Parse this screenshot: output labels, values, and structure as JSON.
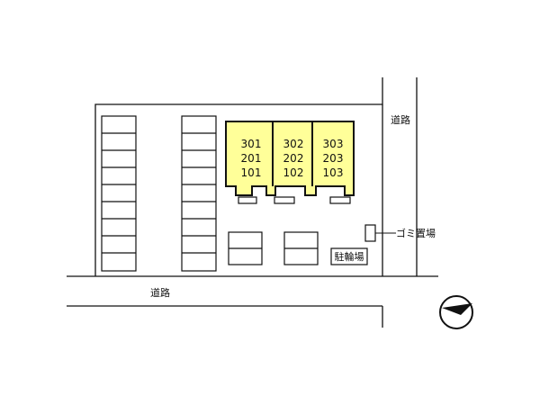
{
  "roads": {
    "bottom_label": "道路",
    "right_label": "道路"
  },
  "building": {
    "columns": [
      {
        "units": [
          "301",
          "201",
          "101"
        ]
      },
      {
        "units": [
          "302",
          "202",
          "102"
        ]
      },
      {
        "units": [
          "303",
          "203",
          "103"
        ]
      }
    ]
  },
  "facilities": {
    "bicycle_parking_label": "駐輪場",
    "garbage_area_label": "ゴミ置場"
  },
  "colors": {
    "building_fill": "#ffff99",
    "line": "#111111",
    "background": "#ffffff"
  },
  "icons": {
    "north_indicator": "compass-arrow-icon"
  }
}
